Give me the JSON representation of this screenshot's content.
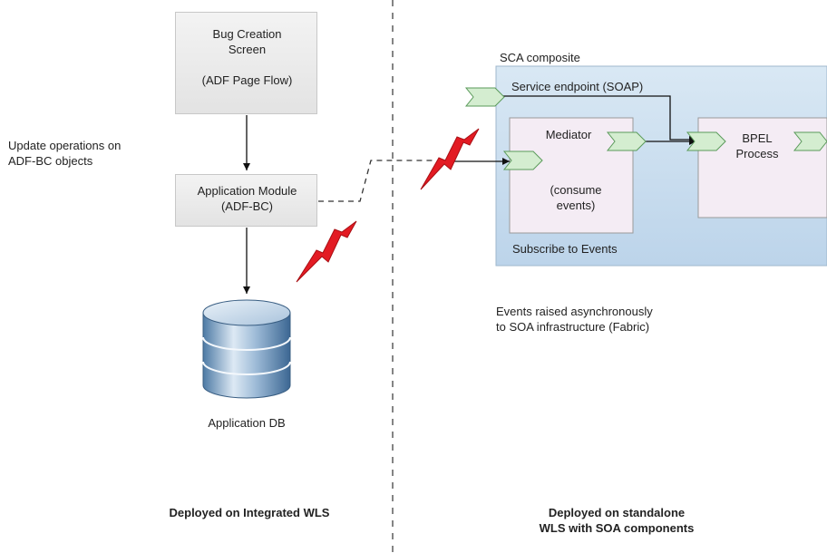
{
  "left_zone": {
    "bug_screen": {
      "line1": "Bug Creation",
      "line2": "Screen",
      "line3": "(ADF Page Flow)"
    },
    "side_note": {
      "line1": "Update operations on",
      "line2": "ADF-BC objects"
    },
    "app_module": {
      "line1": "Application Module",
      "line2": "(ADF-BC)"
    },
    "database": {
      "label": "Application DB"
    },
    "footer": "Deployed on Integrated WLS"
  },
  "right_zone": {
    "composite_title": "SCA composite",
    "service_endpoint": "Service endpoint (SOAP)",
    "mediator": {
      "title": "Mediator",
      "line1": "(consume",
      "line2": "events)"
    },
    "bpel": {
      "line1": "BPEL",
      "line2": "Process"
    },
    "subscribe": "Subscribe to Events",
    "events_note": {
      "line1": "Events raised asynchronously",
      "line2": "to SOA infrastructure (Fabric)"
    },
    "footer": {
      "line1": "Deployed on standalone",
      "line2": "WLS with SOA components"
    }
  },
  "colors": {
    "composite_fill": "#c9ddef",
    "component_fill": "#f4ecf4",
    "connector_green": "#d4edd0",
    "lightning_red": "#e31b23"
  }
}
